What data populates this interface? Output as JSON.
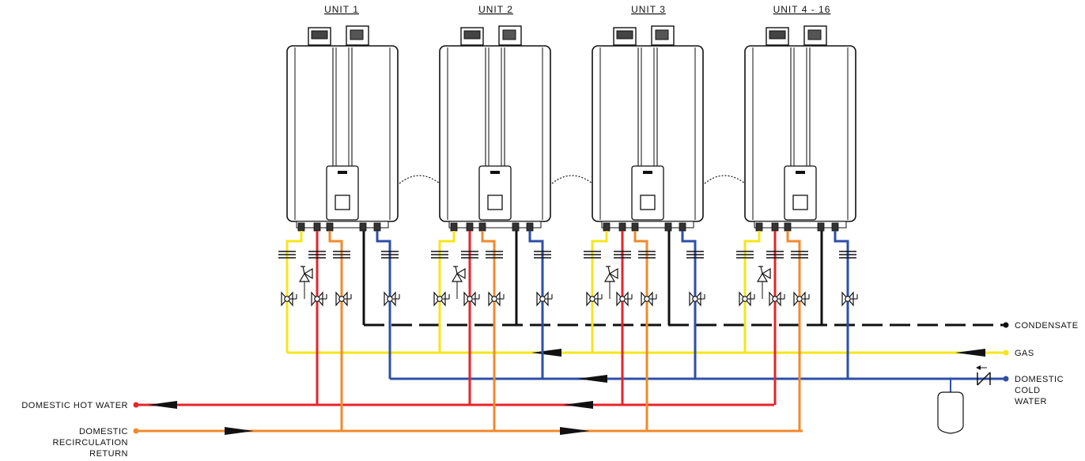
{
  "units": [
    {
      "label": "UNIT 1"
    },
    {
      "label": "UNIT 2"
    },
    {
      "label": "UNIT 3"
    },
    {
      "label": "UNIT 4 - 16"
    }
  ],
  "lines": {
    "condensate": "CONDENSATE",
    "gas": "GAS",
    "cold_water": [
      "DOMESTIC",
      "COLD",
      "WATER"
    ],
    "hot_water": "DOMESTIC HOT WATER",
    "recirculation": [
      "DOMESTIC",
      "RECIRCULATION",
      "RETURN"
    ]
  },
  "colors": {
    "hot": "#e8232a",
    "gas": "#f5e51b",
    "cold": "#2d4fa8",
    "recirc": "#f08a2c",
    "condensate": "#111111"
  }
}
